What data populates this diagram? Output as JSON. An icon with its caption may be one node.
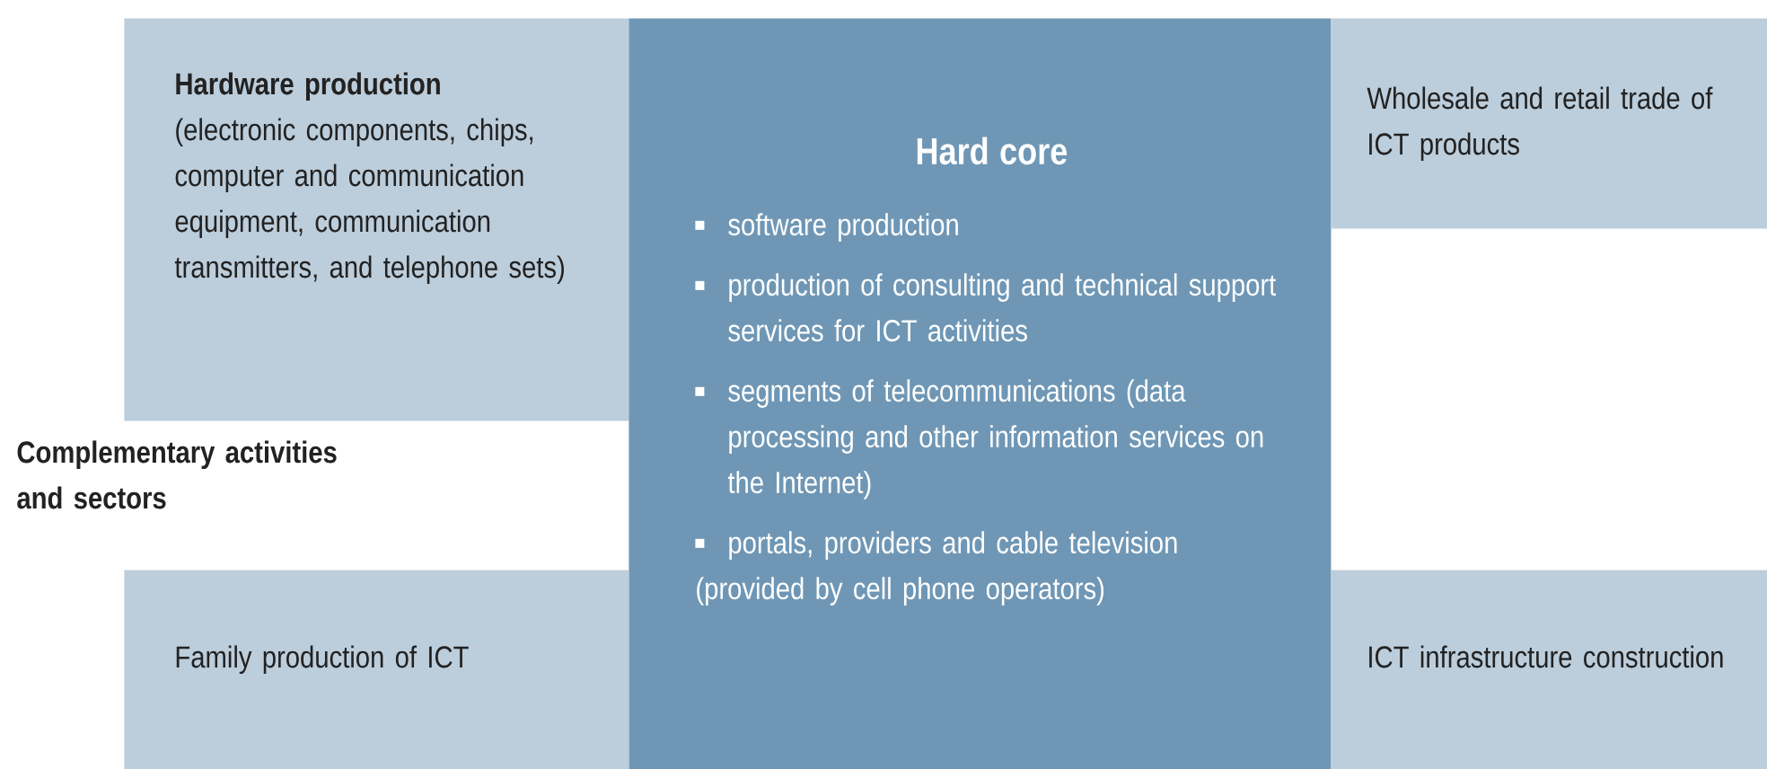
{
  "diagram": {
    "nodes": [
      {
        "text": [
          "Hardware production",
          "(electronic components, chips, computer and communication equipment, communication transmitters, and telephone sets)"
        ]
      },
      {
        "text": [
          "Hard core",
          "software production",
          "production of consulting and technical support services for ICT activities",
          "segments of telecommunications (data processing and other information services on the Internet)",
          "portals, providers and cable television (provided by cell phone operators)"
        ]
      },
      {
        "text": [
          "Wholesale and retail trade of ICT products"
        ]
      },
      {
        "text": [
          "Family production of ICT"
        ]
      },
      {
        "text": [
          "ICT infrastructure construction"
        ]
      }
    ],
    "labels": [
      "Complementary activities and sectors"
    ]
  }
}
